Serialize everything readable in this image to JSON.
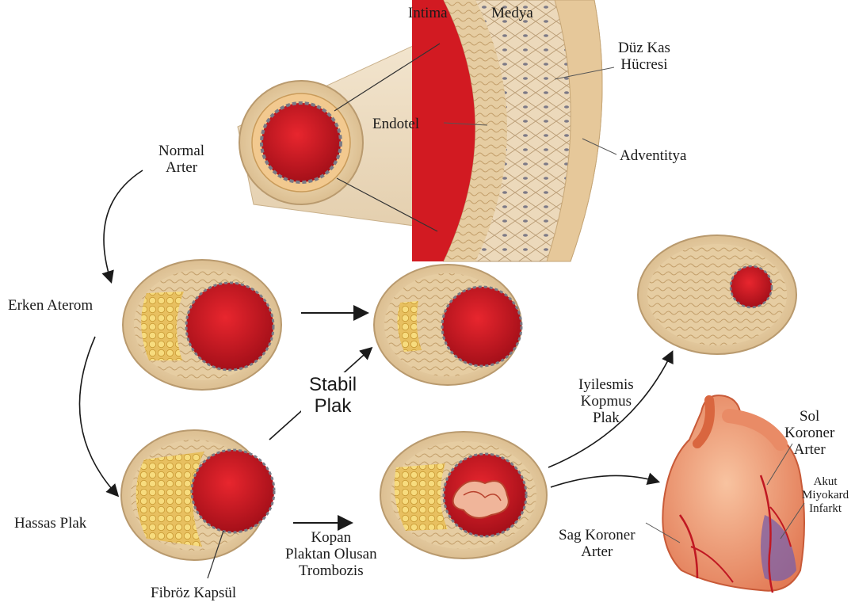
{
  "labels": {
    "intima": "Intima",
    "medya": "Medya",
    "duz_kas_1": "Düz Kas",
    "duz_kas_2": "Hücresi",
    "endotel": "Endotel",
    "adventitya": "Adventitya",
    "normal_1": "Normal",
    "normal_2": "Arter",
    "erken_aterom": "Erken Aterom",
    "stabil_1": "Stabil",
    "stabil_2": "Plak",
    "iyilesmis_1": "Iyilesmis",
    "iyilesmis_2": "Kopmus",
    "iyilesmis_3": "Plak",
    "sol_koroner_1": "Sol",
    "sol_koroner_2": "Koroner",
    "sol_koroner_3": "Arter",
    "akut_1": "Akut",
    "akut_2": "Miyokard",
    "akut_3": "Infarkt",
    "hassas_plak": "Hassas Plak",
    "kopan_1": "Kopan",
    "kopan_2": "Plaktan Olusan",
    "kopan_3": "Trombozis",
    "sag_koroner_1": "Sag Koroner",
    "sag_koroner_2": "Arter",
    "fibroz_kapsul": "Fibröz Kapsül"
  },
  "colors": {
    "lumen": "#b0101c",
    "lumen_light": "#e0202a",
    "wall": "#e8cfa6",
    "wall_dark": "#c9a676",
    "intima_band": "#f2c98f",
    "lipid": "#f0c850",
    "heart": "#f3a07a",
    "heart_dark": "#d9663f",
    "infarct": "#7a5fa8",
    "vessel": "#c01822"
  }
}
